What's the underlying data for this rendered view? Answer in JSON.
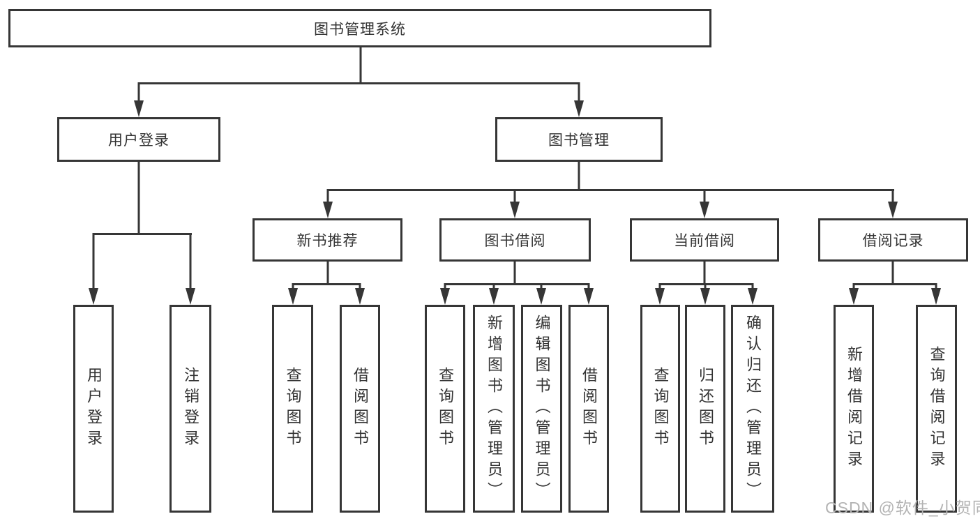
{
  "diagram": {
    "root": {
      "label": "图书管理系统"
    },
    "level2": [
      {
        "label": "用户登录"
      },
      {
        "label": "图书管理"
      }
    ],
    "level3": [
      {
        "label": "新书推荐"
      },
      {
        "label": "图书借阅"
      },
      {
        "label": "当前借阅"
      },
      {
        "label": "借阅记录"
      }
    ],
    "level4": {
      "user_login": [
        {
          "label": "用户登录"
        },
        {
          "label": "注销登录"
        }
      ],
      "new_book_recommend": [
        {
          "label": "查询图书"
        },
        {
          "label": "借阅图书"
        }
      ],
      "book_borrow": [
        {
          "label": "查询图书"
        },
        {
          "label": "新增图书（管理员）"
        },
        {
          "label": "编辑图书（管理员）"
        },
        {
          "label": "借阅图书"
        }
      ],
      "current_borrow": [
        {
          "label": "查询图书"
        },
        {
          "label": "归还图书"
        },
        {
          "label": "确认归还（管理员）"
        }
      ],
      "borrow_records": [
        {
          "label": "新增借阅记录"
        },
        {
          "label": "查询借阅记录"
        }
      ]
    },
    "colors": {
      "line": "#363636",
      "text": "#333333",
      "background": "#ffffff",
      "watermark": "#b3b3b3"
    }
  },
  "watermark": {
    "text": "CSDN @软件_小贺同学"
  }
}
